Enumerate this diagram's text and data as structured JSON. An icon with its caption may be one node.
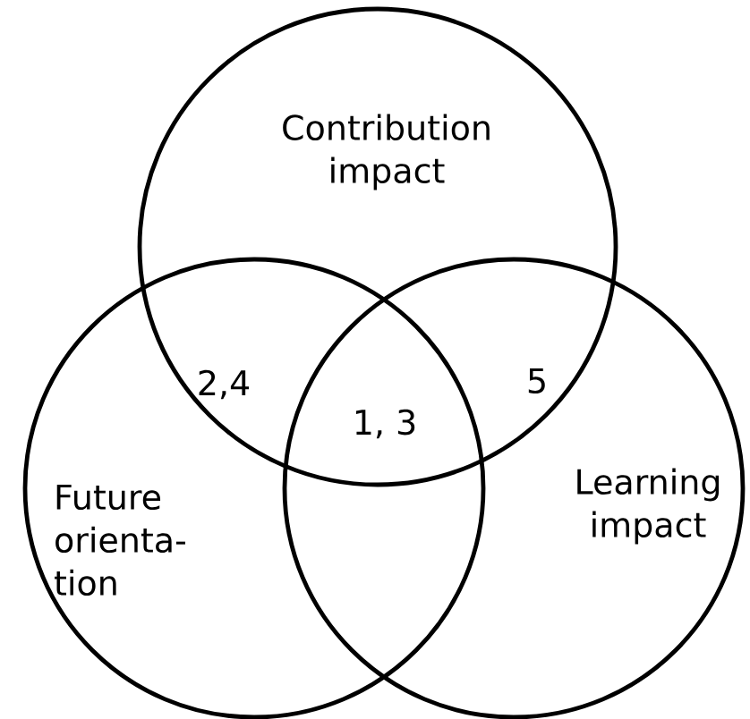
{
  "diagram": {
    "nodes": [
      {
        "text": [
          "Contribution impact"
        ]
      },
      {
        "text": [
          "Future orienta- tion"
        ]
      },
      {
        "text": [
          "Learning impact"
        ]
      }
    ],
    "labels": [
      "2,4",
      "5",
      "1, 3"
    ]
  }
}
